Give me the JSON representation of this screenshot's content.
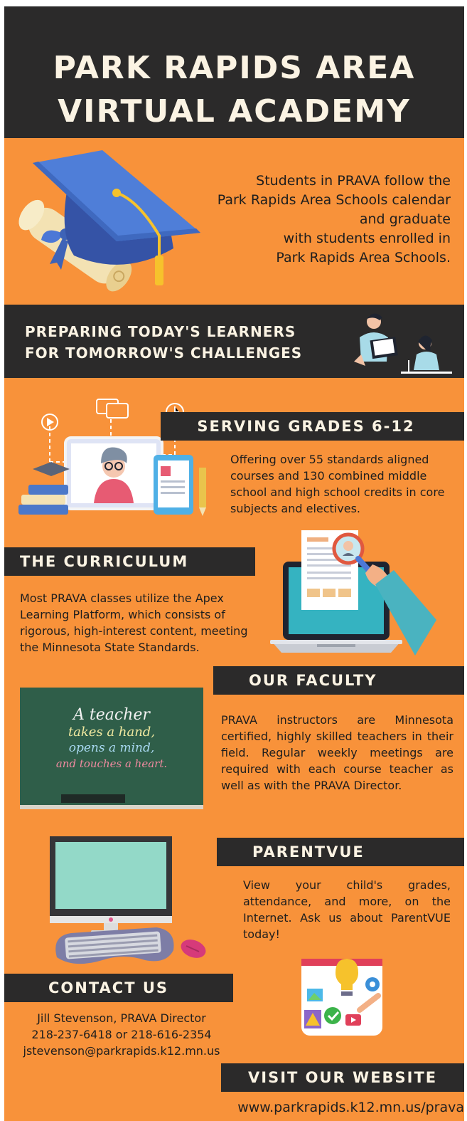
{
  "title": {
    "line1": "PARK RAPIDS AREA",
    "line2": "VIRTUAL ACADEMY"
  },
  "intro": {
    "lines": [
      "Students in PRAVA follow the",
      "Park Rapids Area Schools calendar",
      "and graduate",
      "with students enrolled in",
      "Park Rapids Area Schools."
    ]
  },
  "tagline": {
    "line1": "PREPARING TODAY'S LEARNERS",
    "line2": "FOR TOMORROW'S CHALLENGES"
  },
  "grades": {
    "heading": "SERVING GRADES 6-12",
    "text": "Offering over 55 standards aligned courses and 130 combined middle school and high school credits in core subjects and electives."
  },
  "curriculum": {
    "heading": "THE CURRICULUM",
    "text": "Most PRAVA classes utilize the Apex Learning Platform, which consists of rigorous, high-interest content, meeting the Minnesota State Standards."
  },
  "chalkboard": {
    "line1": "A teacher",
    "line2": "takes a hand,",
    "line3": "opens a mind,",
    "line4": "and touches a heart."
  },
  "faculty": {
    "heading": "OUR FACULTY",
    "text": "PRAVA instructors are Minnesota certified, highly skilled teachers in their field. Regular weekly meetings are required with each course teacher as well as with the PRAVA Director."
  },
  "parentvue": {
    "heading": "PARENTVUE",
    "text": "View your child's grades, attendance, and more, on the Internet. Ask us about ParentVUE today!"
  },
  "contact": {
    "heading": "CONTACT US",
    "name": "Jill Stevenson, PRAVA Director",
    "phone": "218-237-6418 or 218-616-2354",
    "email": "jstevenson@parkrapids.k12.mn.us"
  },
  "website": {
    "heading": "VISIT OUR WEBSITE",
    "url": "www.parkrapids.k12.mn.us/prava"
  },
  "colors": {
    "background": "#f8923a",
    "band": "#2b2a2a",
    "band_text": "#fbf3e3",
    "chalkboard": "#2f5e49"
  },
  "icons": [
    "graduation-cap-icon",
    "teacher-student-icon",
    "online-teacher-icon",
    "laptop-search-icon",
    "desktop-computer-icon",
    "creative-tools-icon"
  ]
}
